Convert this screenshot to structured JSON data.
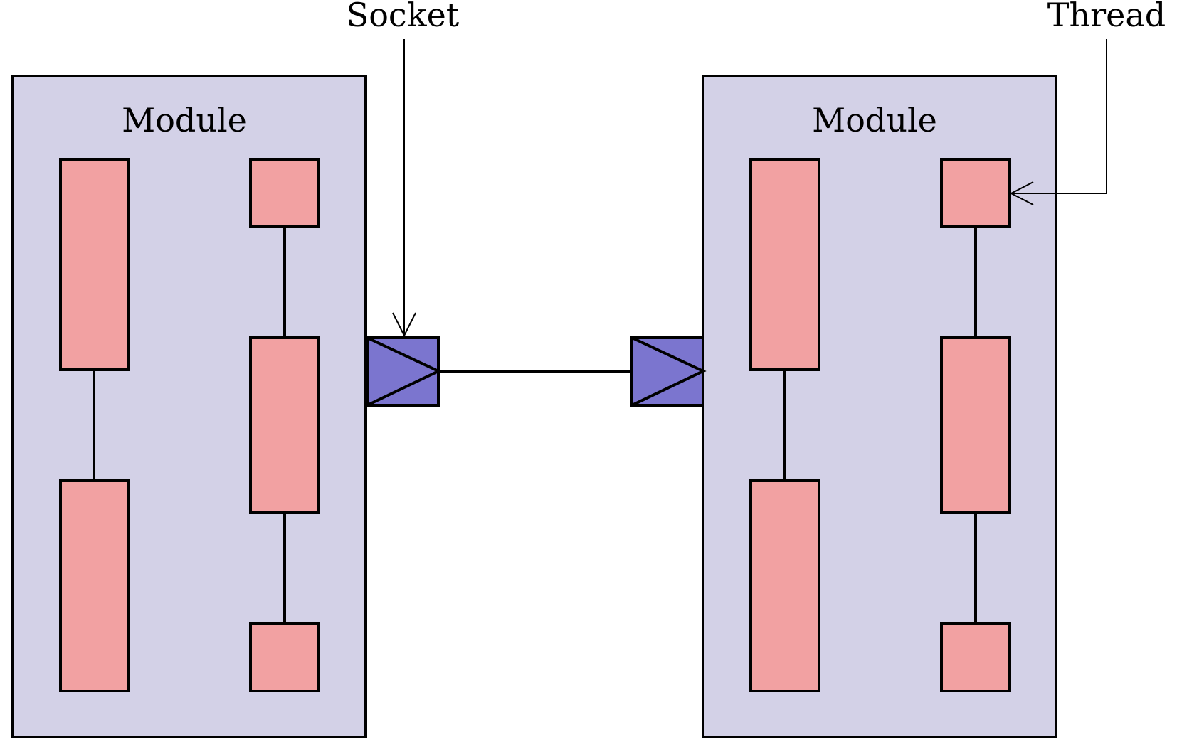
{
  "diagram": {
    "left_module": {
      "title": "Module"
    },
    "right_module": {
      "title": "Module"
    },
    "callouts": {
      "socket": "Socket",
      "thread": "Thread"
    }
  },
  "colors": {
    "module_fill": "#d3d1e7",
    "thread_fill": "#f2a1a2",
    "socket_fill": "#7b75cf",
    "stroke": "#000000"
  }
}
